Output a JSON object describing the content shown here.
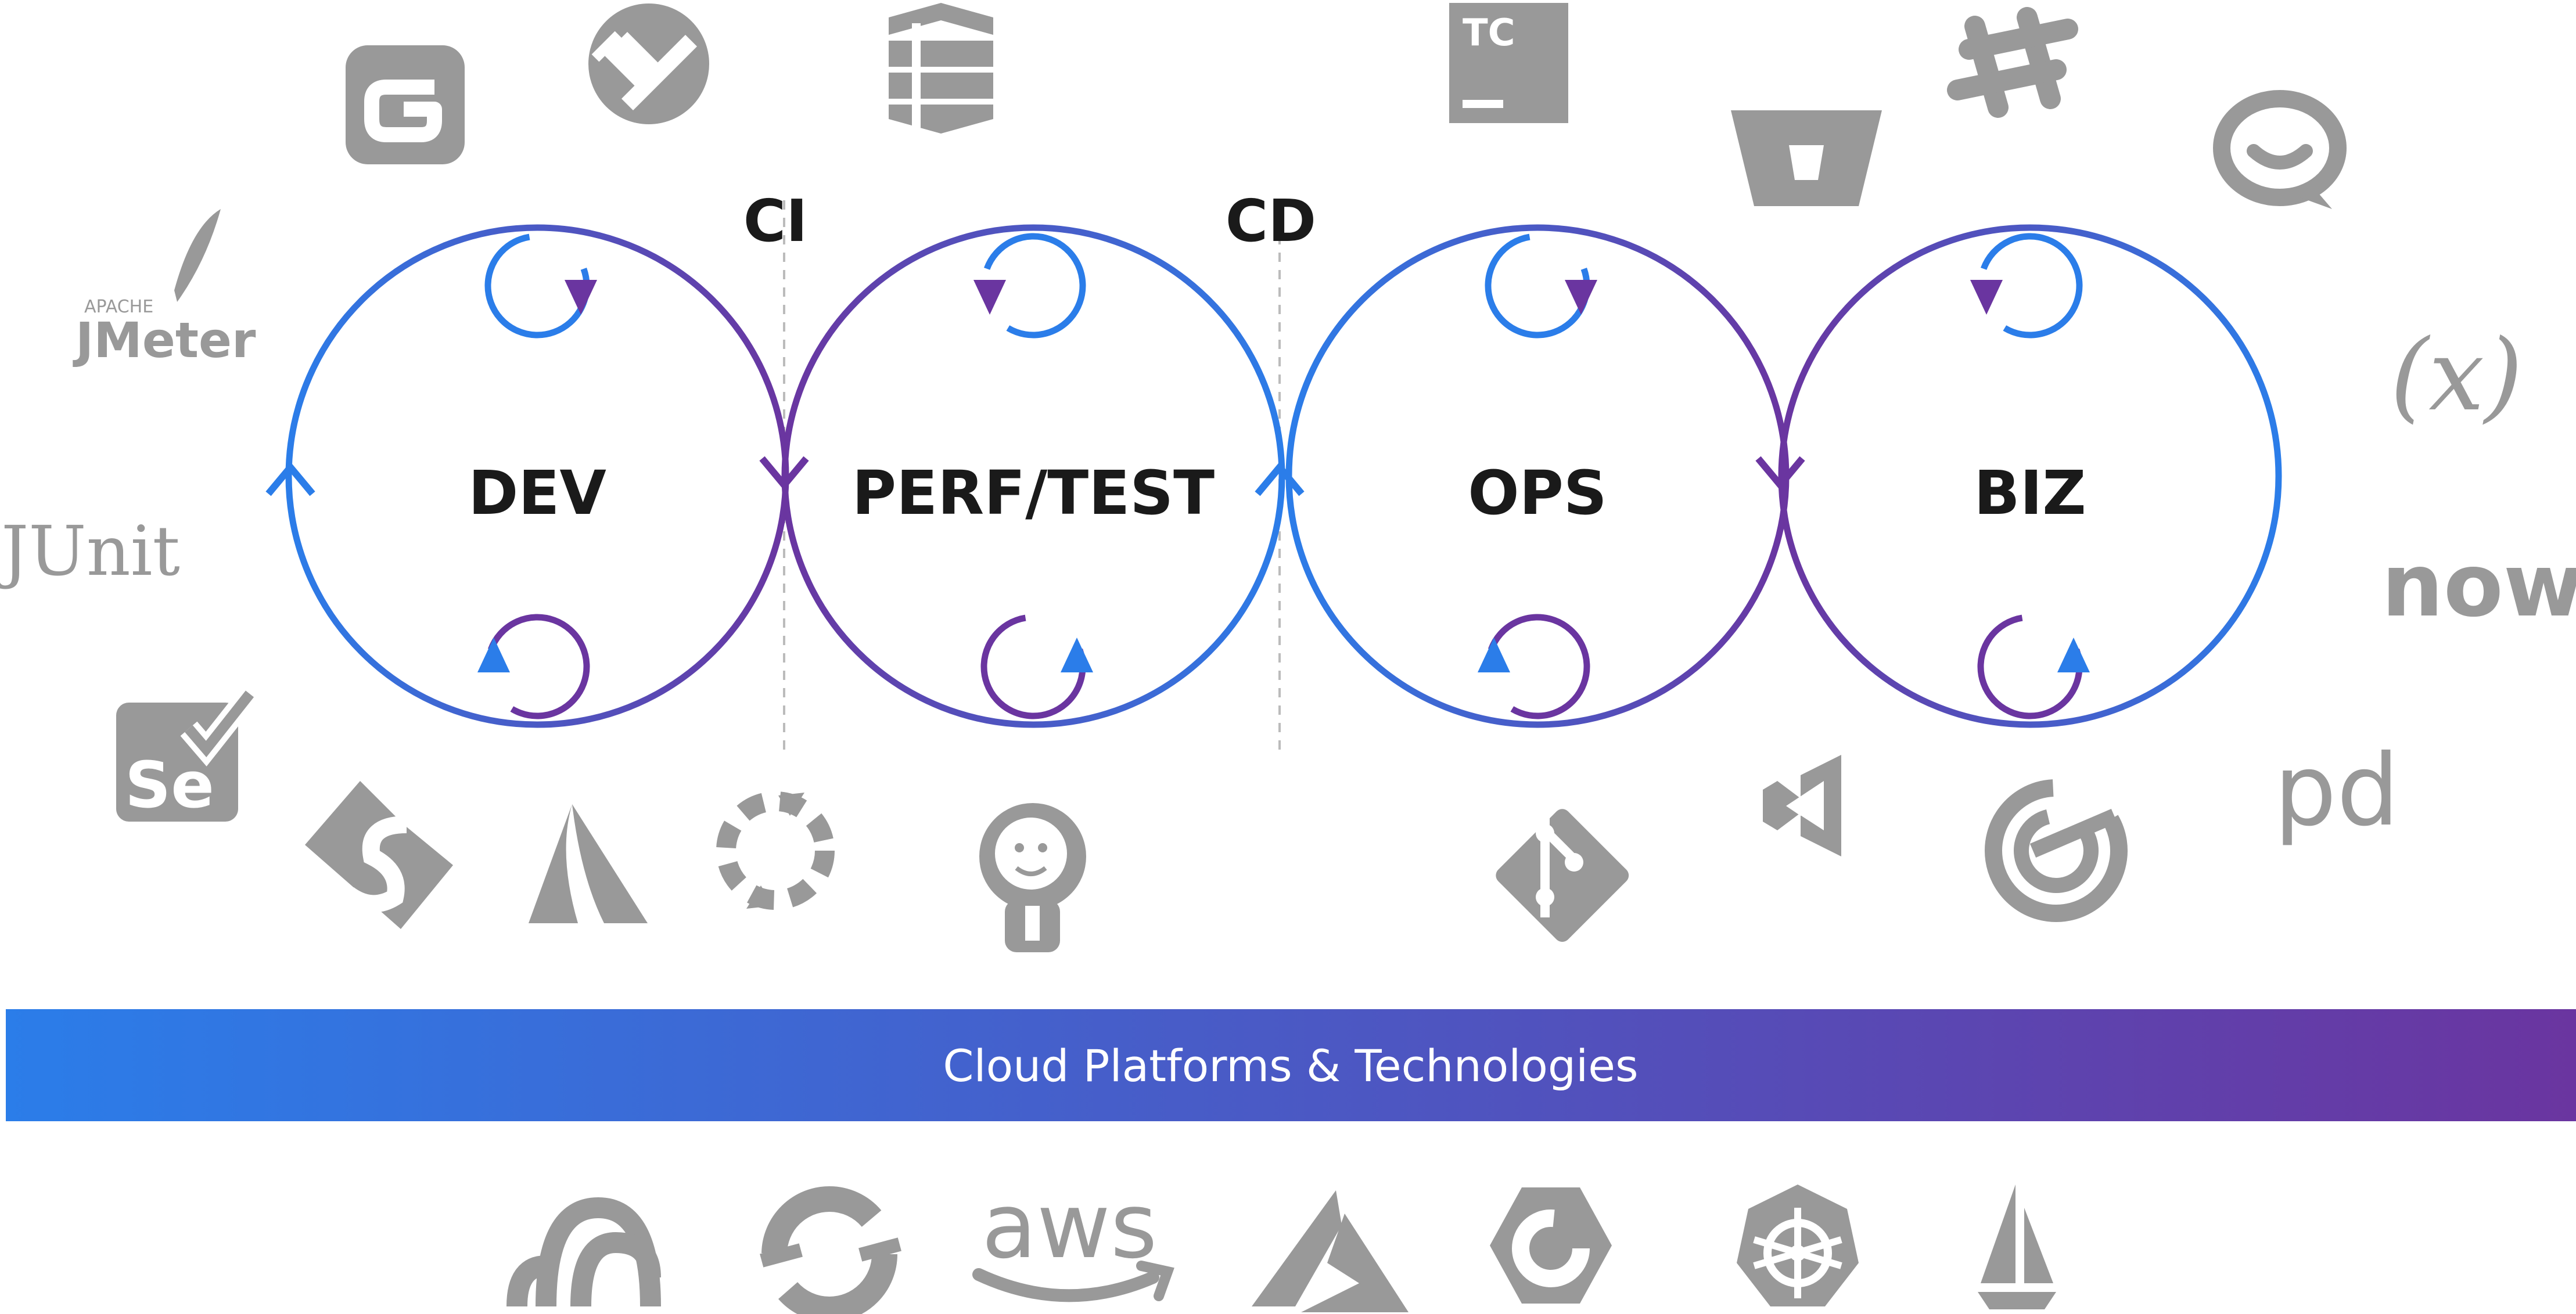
{
  "stages": [
    {
      "label": "DEV"
    },
    {
      "label": "PERF/TEST"
    },
    {
      "label": "OPS"
    },
    {
      "label": "BIZ"
    }
  ],
  "gates": [
    {
      "label": "CI"
    },
    {
      "label": "CD"
    }
  ],
  "banner": {
    "label": "Cloud Platforms & Technologies"
  },
  "colors": {
    "gradient_start": "#2b7de9",
    "gradient_end": "#6a35a0",
    "logo_gray": "#999999",
    "text_dark": "#1a1a1a"
  },
  "logos": {
    "jmeter": {
      "top": "APACHE",
      "main": "JMeter"
    },
    "junit": {
      "main": "JUnit"
    },
    "selenium": {
      "main": "Se"
    },
    "teamcity": {
      "main": "TC"
    },
    "expression": {
      "main": "(x)"
    },
    "servicenow": {
      "main": "now"
    },
    "pagerduty": {
      "main": "pd"
    },
    "aws": {
      "main": "aws"
    }
  },
  "icons": [
    "gatling-icon",
    "xl-release-icon",
    "stack-icon",
    "teamcity-icon",
    "bitbucket-icon",
    "slack-icon",
    "chat-bubble-icon",
    "jmeter-logo",
    "junit-logo",
    "expression-icon",
    "servicenow-logo",
    "selenium-icon",
    "sonar-icon",
    "atlassian-icon",
    "spinnaker-icon",
    "jenkins-icon",
    "git-icon",
    "visual-studio-icon",
    "pagerduty-logo",
    "eloqua-icon",
    "cloud-foundry-icon",
    "openshift-icon",
    "aws-logo",
    "azure-icon",
    "google-cloud-icon",
    "kubernetes-icon",
    "sail-icon"
  ]
}
